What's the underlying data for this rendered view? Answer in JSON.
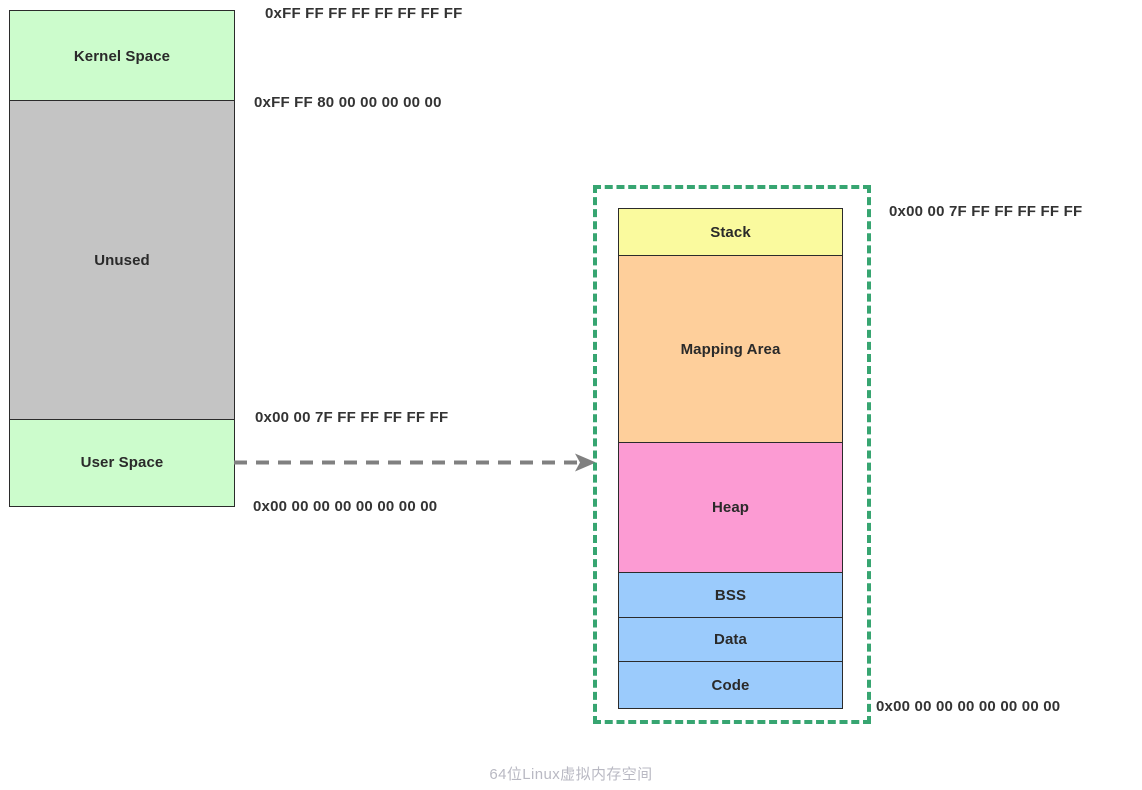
{
  "figure": {
    "caption": "64位Linux虚拟内存空间",
    "caption_color": "#b9b9c3"
  },
  "palette": {
    "green_space": "#ccfccc",
    "gray_unused": "#c4c4c4",
    "stack_yellow": "#fafa9e",
    "mapping_orange": "#fecf9b",
    "heap_pink": "#fc9bd3",
    "segment_blue": "#9bcbfc",
    "block_border": "#2b2b2b",
    "dashed_green": "#37a571",
    "arrow_gray": "#808080"
  },
  "address_space": {
    "name": "64-bit virtual address space",
    "blocks": [
      {
        "label": "Kernel Space",
        "color": "#ccfccc"
      },
      {
        "label": "Unused",
        "color": "#c4c4c4"
      },
      {
        "label": "User Space",
        "color": "#ccfccc"
      }
    ],
    "addresses": [
      {
        "id": "top",
        "text": "0xFF FF FF FF FF FF FF FF"
      },
      {
        "id": "kernel_bottom",
        "text": "0xFF FF 80 00 00 00 00 00"
      },
      {
        "id": "user_top",
        "text": "0x00 00 7F FF FF FF FF FF"
      },
      {
        "id": "user_bottom",
        "text": "0x00 00 00 00 00 00 00 00"
      }
    ]
  },
  "user_space_detail": {
    "container_style": "dashed",
    "container_color": "#37a571",
    "blocks": [
      {
        "label": "Stack",
        "color": "#fafa9e"
      },
      {
        "label": "Mapping Area",
        "color": "#fecf9b"
      },
      {
        "label": "Heap",
        "color": "#fc9bd3"
      },
      {
        "label": "BSS",
        "color": "#9bcbfc"
      },
      {
        "label": "Data",
        "color": "#9bcbfc"
      },
      {
        "label": "Code",
        "color": "#9bcbfc"
      }
    ],
    "addresses": [
      {
        "id": "detail_top",
        "text": "0x00 00 7F FF FF FF FF FF"
      },
      {
        "id": "detail_bottom",
        "text": "0x00 00 00 00 00 00 00 00"
      }
    ]
  },
  "connector": {
    "name": "user-space-expansion-arrow",
    "style": "dashed",
    "color": "#808080",
    "direction": "right"
  },
  "chart_data": {
    "type": "bar",
    "title": "64位Linux虚拟内存空间",
    "xlabel": "",
    "ylabel": "",
    "panels": [
      {
        "name": "full-address-space",
        "categories": [
          "Kernel Space",
          "Unused",
          "User Space"
        ],
        "values": [
          91,
          319,
          87
        ],
        "colors": [
          "#ccfccc",
          "#c4c4c4",
          "#ccfccc"
        ],
        "boundary_labels": [
          "0xFF FF FF FF FF FF FF FF",
          "0xFF FF 80 00 00 00 00 00",
          "0x00 00 7F FF FF FF FF FF",
          "0x00 00 00 00 00 00 00 00"
        ]
      },
      {
        "name": "user-space-detail",
        "categories": [
          "Stack",
          "Mapping Area",
          "Heap",
          "BSS",
          "Data",
          "Code"
        ],
        "values": [
          48,
          186,
          131,
          45,
          45,
          46
        ],
        "colors": [
          "#fafa9e",
          "#fecf9b",
          "#fc9bd3",
          "#9bcbfc",
          "#9bcbfc",
          "#9bcbfc"
        ],
        "boundary_labels": [
          "0x00 00 7F FF FF FF FF FF",
          "0x00 00 00 00 00 00 00 00"
        ]
      }
    ]
  }
}
